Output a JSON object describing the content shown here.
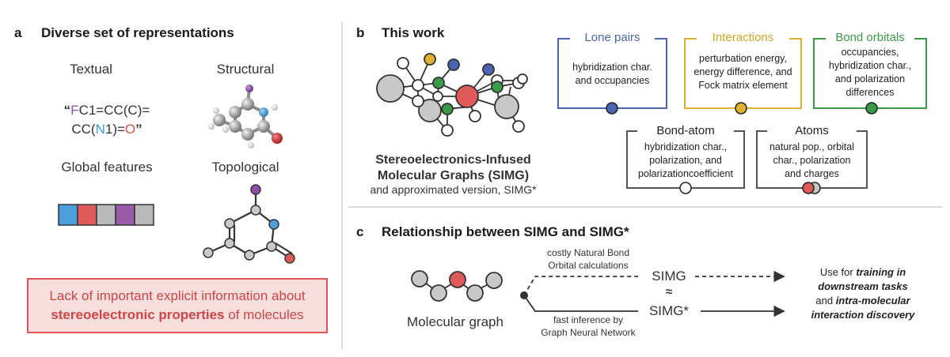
{
  "panel_a": {
    "letter": "a",
    "title": "Diverse set of representations",
    "textual_label": "Textual",
    "structural_label": "Structural",
    "global_label": "Global features",
    "topological_label": "Topological",
    "smiles": {
      "open_quote": "“",
      "f": "F",
      "part1": "C1=CC(C)=",
      "part2a": "CC(",
      "n": "N",
      "part2b": "1)=",
      "o": "O",
      "close_quote": "”"
    },
    "feature_colors": [
      "#4a9fdc",
      "#e05a5a",
      "#b9b9b9",
      "#9a5aa8",
      "#b9b9b9"
    ],
    "warning_line1": "Lack of important explicit information about",
    "warning_bold": "stereoelectronic properties",
    "warning_rest": " of molecules"
  },
  "panel_b": {
    "letter": "b",
    "title": "This work",
    "graph_title_line1": "Stereoelectronics-Infused",
    "graph_title_line2": "Molecular Graphs (SIMG)",
    "graph_subtitle": "and approximated version, SIMG*",
    "boxes": {
      "lone_pairs": {
        "title": "Lone pairs",
        "line1": "hybridization char.",
        "line2": "and occupancies",
        "color": "#4a64b0"
      },
      "interactions": {
        "title": "Interactions",
        "line1": "perturbation energy,",
        "line2": "energy difference, and",
        "line3": "Fock matrix element",
        "color": "#e0b030"
      },
      "bond_orbitals": {
        "title": "Bond orbitals",
        "line1": "occupancies,",
        "line2": "hybridization char.,",
        "line3": "and polarization",
        "line4": "differences",
        "color": "#3a9a48"
      },
      "bond_atom": {
        "title": "Bond-atom",
        "line1": "hybridization char.,",
        "line2": "polarization, and",
        "line3": "polarizationcoefficient",
        "color": "#555555"
      },
      "atoms": {
        "title": "Atoms",
        "line1": "natural pop., orbital",
        "line2": "char., polarization",
        "line3": "and charges",
        "color": "#555555"
      }
    }
  },
  "panel_c": {
    "letter": "c",
    "title": "Relationship between SIMG and SIMG*",
    "molecular_graph_label": "Molecular graph",
    "top_arrow_line1": "costly Natural Bond",
    "top_arrow_line2": "Orbital calculations",
    "bottom_arrow_line1": "fast inference by",
    "bottom_arrow_line2": "Graph Neural Network",
    "simg": "SIMG",
    "approx": "≈",
    "simg_star": "SIMG*",
    "use_prefix": "Use for ",
    "use_bold1": "training in",
    "use_bold2": "downstream tasks",
    "use_and": "and ",
    "use_bold3": "intra-molecular",
    "use_bold4": "interaction discovery"
  }
}
